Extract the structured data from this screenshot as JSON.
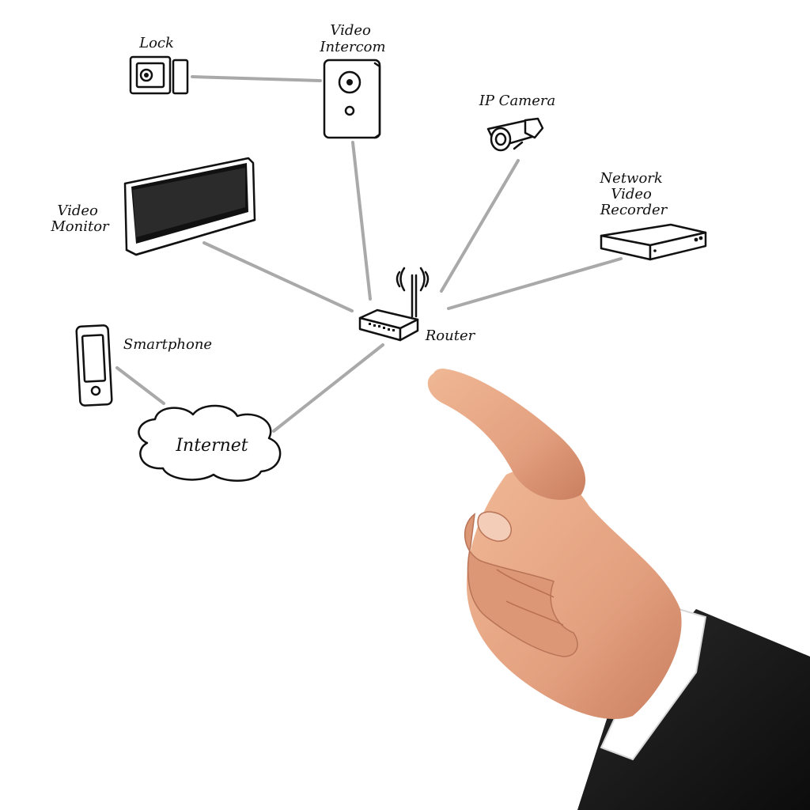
{
  "nodes": {
    "lock": {
      "lines": [
        "Lock"
      ]
    },
    "video_intercom": {
      "lines": [
        "Video",
        "Intercom"
      ]
    },
    "ip_camera": {
      "lines": [
        "IP Camera"
      ]
    },
    "network_video_recorder": {
      "lines": [
        "Network",
        "Video",
        "Recorder"
      ]
    },
    "video_monitor": {
      "lines": [
        "Video",
        "Monitor"
      ]
    },
    "router": {
      "lines": [
        "Router"
      ]
    },
    "smartphone": {
      "lines": [
        "Smartphone"
      ]
    },
    "internet": {
      "lines": [
        "Internet"
      ]
    }
  },
  "edges": [
    {
      "from": "lock",
      "to": "video_intercom"
    },
    {
      "from": "video_intercom",
      "to": "router"
    },
    {
      "from": "ip_camera",
      "to": "router"
    },
    {
      "from": "network_video_recorder",
      "to": "router"
    },
    {
      "from": "video_monitor",
      "to": "router"
    },
    {
      "from": "internet",
      "to": "router"
    },
    {
      "from": "smartphone",
      "to": "internet"
    }
  ],
  "colors": {
    "ink": "#111111",
    "connector": "#a9a9a9",
    "background": "#ffffff",
    "skin": "#e7a988",
    "sleeve": "#1a1a1a",
    "cuff": "#ffffff"
  },
  "icons": [
    "lock-icon",
    "video-intercom-icon",
    "ip-camera-icon",
    "network-video-recorder-icon",
    "video-monitor-icon",
    "router-icon",
    "smartphone-icon",
    "internet-cloud-icon",
    "pointing-hand-image"
  ]
}
